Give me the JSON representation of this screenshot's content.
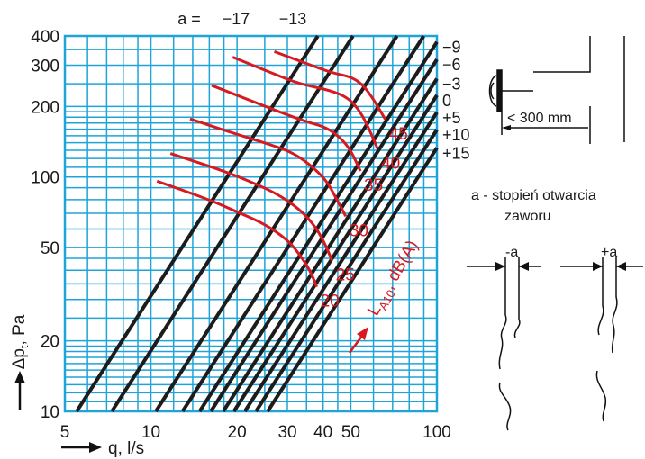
{
  "chart_data": {
    "type": "line",
    "x_scale": "log",
    "y_scale": "log",
    "xlim": [
      5,
      100
    ],
    "ylim": [
      10,
      400
    ],
    "grid": true,
    "xlabel": "q, l/s",
    "ylabel": "Δp",
    "ylabel_sub": "t",
    "ylabel_unit": ", Pa",
    "x_ticks": [
      "5",
      "10",
      "20",
      "30",
      "40",
      "50",
      "100"
    ],
    "y_ticks": [
      "10",
      "20",
      "50",
      "100",
      "200",
      "300",
      "400"
    ],
    "a_prefix": "a =",
    "a_settings": [
      {
        "label": "−17",
        "q_at_10Pa": 5.5
      },
      {
        "label": "",
        "q_at_10Pa": 7.3
      },
      {
        "label": "−13",
        "q_at_10Pa": 10.4
      },
      {
        "label": "",
        "q_at_10Pa": 12.9
      },
      {
        "label": "−9",
        "q_at_10Pa": 14.8
      },
      {
        "label": "−6",
        "q_at_10Pa": 16.2
      },
      {
        "label": "−3",
        "q_at_10Pa": 17.9
      },
      {
        "label": "0",
        "q_at_10Pa": 19.5
      },
      {
        "label": "+5",
        "q_at_10Pa": 21.3
      },
      {
        "label": "+10",
        "q_at_10Pa": 23.3
      },
      {
        "label": "+15",
        "q_at_10Pa": 25.6
      }
    ],
    "a_slope": 1.9,
    "noise_label_main": "L",
    "noise_label_sub": "A10",
    "noise_label_unit": ", dB(A)",
    "noise_curves": [
      {
        "label": "20",
        "points": [
          [
            10.5,
            96
          ],
          [
            16,
            80
          ],
          [
            20,
            71
          ],
          [
            25,
            63
          ],
          [
            30,
            54
          ],
          [
            33,
            47
          ],
          [
            36,
            40
          ],
          [
            38,
            34
          ]
        ]
      },
      {
        "label": "25",
        "points": [
          [
            11.7,
            126
          ],
          [
            18,
            106
          ],
          [
            23,
            94
          ],
          [
            28,
            84
          ],
          [
            33,
            73
          ],
          [
            37,
            63
          ],
          [
            40,
            54
          ],
          [
            43,
            44
          ]
        ]
      },
      {
        "label": "30",
        "points": [
          [
            13.7,
            177
          ],
          [
            20,
            152
          ],
          [
            25,
            140
          ],
          [
            31,
            128
          ],
          [
            36,
            113
          ],
          [
            41,
            97
          ],
          [
            44,
            83
          ],
          [
            48,
            68
          ]
        ]
      },
      {
        "label": "35",
        "points": [
          [
            16.3,
            246
          ],
          [
            23,
            209
          ],
          [
            28,
            190
          ],
          [
            35,
            172
          ],
          [
            41,
            163
          ],
          [
            46,
            147
          ],
          [
            50,
            130
          ],
          [
            54,
            106
          ]
        ]
      },
      {
        "label": "40",
        "points": [
          [
            19.3,
            325
          ],
          [
            27,
            275
          ],
          [
            33,
            250
          ],
          [
            42,
            235
          ],
          [
            49,
            218
          ],
          [
            54,
            190
          ],
          [
            58,
            160
          ],
          [
            62,
            132
          ]
        ]
      },
      {
        "label": "45",
        "points": [
          [
            27,
            343
          ],
          [
            35,
            305
          ],
          [
            43,
            278
          ],
          [
            50,
            268
          ],
          [
            55,
            248
          ],
          [
            60,
            215
          ],
          [
            66,
            176
          ]
        ]
      }
    ]
  },
  "side_panel": {
    "dim_label": "< 300 mm",
    "legend_line1": "a - stopień otwarcia",
    "legend_line2": "zaworu",
    "minus_label": "-a",
    "plus_label": "+a"
  }
}
